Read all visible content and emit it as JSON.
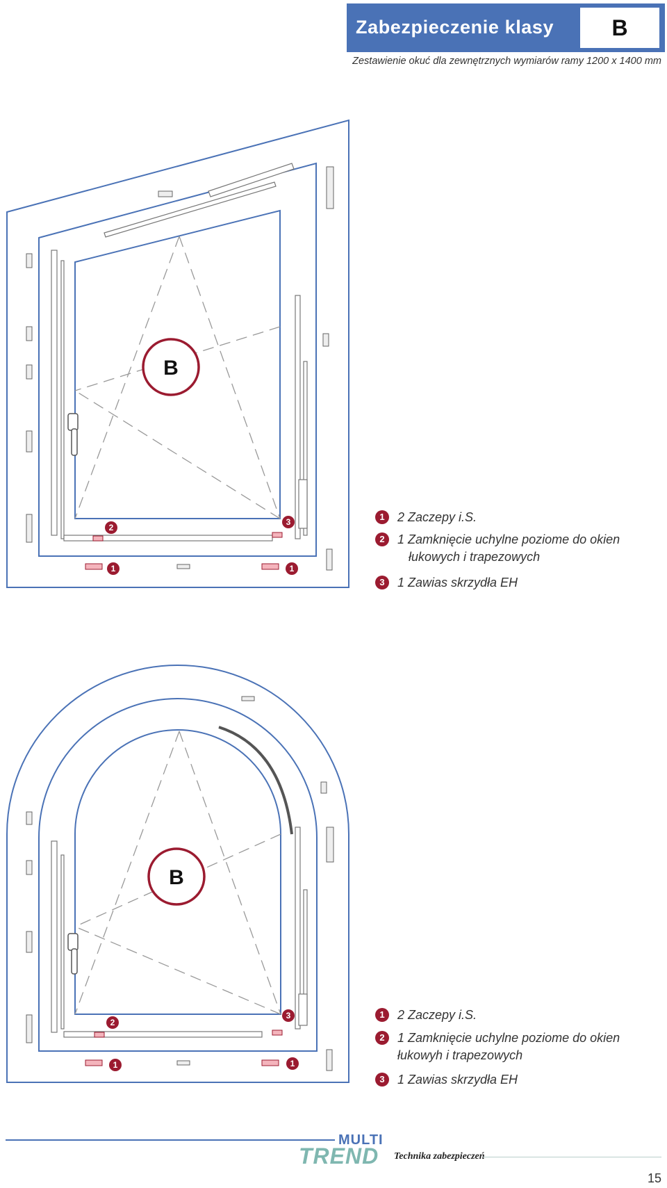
{
  "header": {
    "title": "Zabezpieczenie klasy",
    "class_label": "B"
  },
  "subtitle": "Zestawienie okuć dla zewnętrznych wymiarów ramy 1200 x 1400 mm",
  "diagrams": [
    {
      "shape": "trapezoid",
      "class_label": "B",
      "callouts": [
        "1",
        "2",
        "3"
      ],
      "legend": [
        {
          "num": "1",
          "text": "2  Zaczepy i.S."
        },
        {
          "num": "2",
          "text": "1 Zamknięcie uchylne poziome do okien",
          "text2": "łukowych i trapezowych"
        },
        {
          "num": "3",
          "text": "1  Zawias skrzydła EH"
        }
      ]
    },
    {
      "shape": "arched",
      "class_label": "B",
      "callouts": [
        "1",
        "2",
        "3"
      ],
      "legend": [
        {
          "num": "1",
          "text": "2  Zaczepy i.S."
        },
        {
          "num": "2",
          "text": "1 Zamknięcie uchylne poziome do okien",
          "text2": "łukowyh i trapezowych"
        },
        {
          "num": "3",
          "text": "1  Zawias skrzydła EH"
        }
      ]
    }
  ],
  "footer": {
    "logo_top": "MULTI",
    "logo_bottom": "TREND",
    "tagline": "Technika zabezpieczeń",
    "page_number": "15"
  },
  "colors": {
    "brand_blue": "#4a72b6",
    "marker_red": "#9b1b30",
    "logo_teal": "#7fb7b0"
  }
}
